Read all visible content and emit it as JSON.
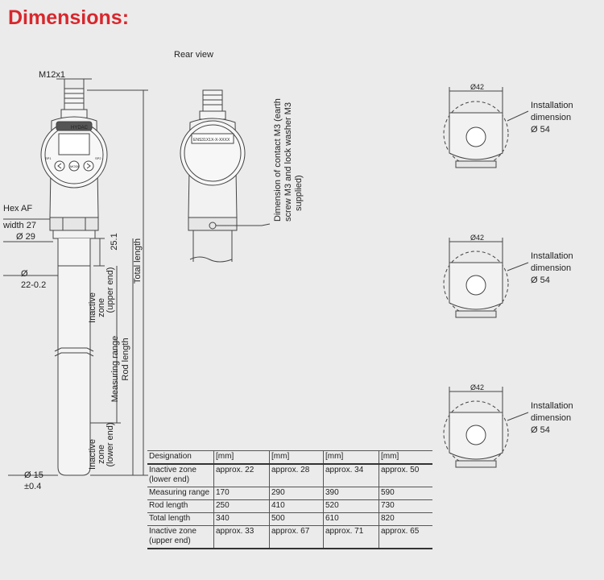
{
  "title": "Dimensions:",
  "labels": {
    "rear_view": "Rear view",
    "m12": "M12x1",
    "hex_line1": "Hex AF",
    "hex_line2": "width 27",
    "d29": "Ø 29",
    "d22_line1": "Ø",
    "d22_line2": "22-0.2",
    "d15_line1": "Ø 15",
    "d15_line2": "±0.4",
    "dim_25_1": "25.1",
    "total_length": "Total length",
    "inactive_upper_1": "Inactive",
    "inactive_upper_2": "zone",
    "inactive_upper_3": "(upper end)",
    "measuring_range": "Measuring range",
    "rod_length": "Rod length",
    "inactive_lower_1": "Inactive",
    "inactive_lower_2": "zone",
    "inactive_lower_3": "(lower end)",
    "contact_1": "Dimension of contact M3 (earth",
    "contact_2": "screw M3 and lock washer M3",
    "contact_3": "supplied)",
    "logo": "HYDAC",
    "nameplate": "ENS31X1X-X-XXXX",
    "btn_mode": "MODE",
    "sp1": "SP1",
    "sp2": "SP2"
  },
  "top_views": [
    {
      "d42": "Ø42",
      "install_1": "Installation",
      "install_2": "dimension",
      "install_3": "Ø 54"
    },
    {
      "d42": "Ø42",
      "install_1": "Installation",
      "install_2": "dimension",
      "install_3": "Ø 54"
    },
    {
      "d42": "Ø42",
      "install_1": "Installation",
      "install_2": "dimension",
      "install_3": "Ø 54"
    }
  ],
  "table": {
    "headers": [
      "Designation",
      "[mm]",
      "[mm]",
      "[mm]",
      "[mm]"
    ],
    "rows": [
      [
        "Inactive zone (lower end)",
        "approx. 22",
        "approx. 28",
        "approx. 34",
        "approx. 50"
      ],
      [
        "Measuring range",
        "170",
        "290",
        "390",
        "590"
      ],
      [
        "Rod length",
        "250",
        "410",
        "520",
        "730"
      ],
      [
        "Total length",
        "340",
        "500",
        "610",
        "820"
      ],
      [
        "Inactive zone (upper end)",
        "approx. 33",
        "approx. 67",
        "approx. 71",
        "approx. 65"
      ]
    ]
  }
}
